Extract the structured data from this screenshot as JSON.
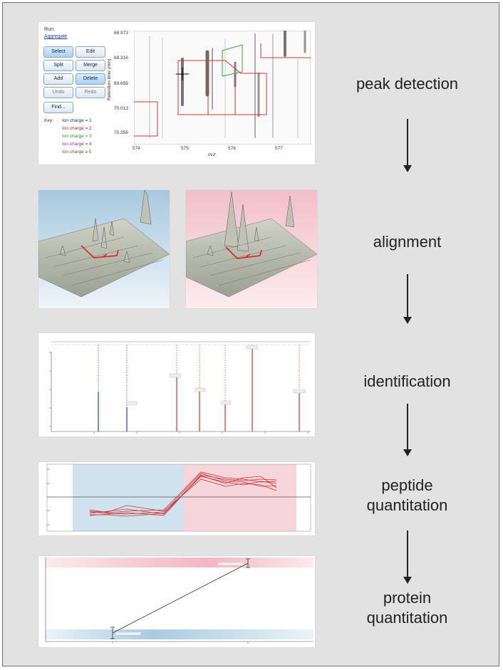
{
  "stages": [
    {
      "label": "peak detection"
    },
    {
      "label": "alignment"
    },
    {
      "label": "identification"
    },
    {
      "label": "peptide\nquantitation"
    },
    {
      "label": "protein\nquantitation"
    }
  ],
  "peak_panel": {
    "run_label": "Run:",
    "run_link": "Aggregate",
    "buttons": {
      "select": "Select",
      "edit": "Edit",
      "split": "Split",
      "merge": "Merge",
      "add": "Add",
      "delete": "Delete",
      "undo": "Undo",
      "redo": "Redo",
      "find": "Find..."
    },
    "key_label": "Key:",
    "key_items": [
      {
        "label": "Ion charge = 1",
        "color": "#1a2a9a"
      },
      {
        "label": "Ion charge = 2",
        "color": "#cc2222"
      },
      {
        "label": "Ion charge = 3",
        "color": "#2a9a2a"
      },
      {
        "label": "Ion charge = 4",
        "color": "#b0289a"
      },
      {
        "label": "Ion charge ≥ 5",
        "color": "#8a4a1a"
      }
    ],
    "y_axis_label": "Retention time (min)",
    "y_ticks": [
      "68.973",
      "69.316",
      "69.659",
      "70.013",
      "70.356"
    ],
    "x_axis_label": "m/z",
    "x_ticks": [
      "574",
      "575",
      "576",
      "577"
    ]
  },
  "colors": {
    "blue_region": "#cfe2ee",
    "pink_region": "#f6d6dc",
    "trace": "#cc3333",
    "accent_red": "#dd2222"
  }
}
